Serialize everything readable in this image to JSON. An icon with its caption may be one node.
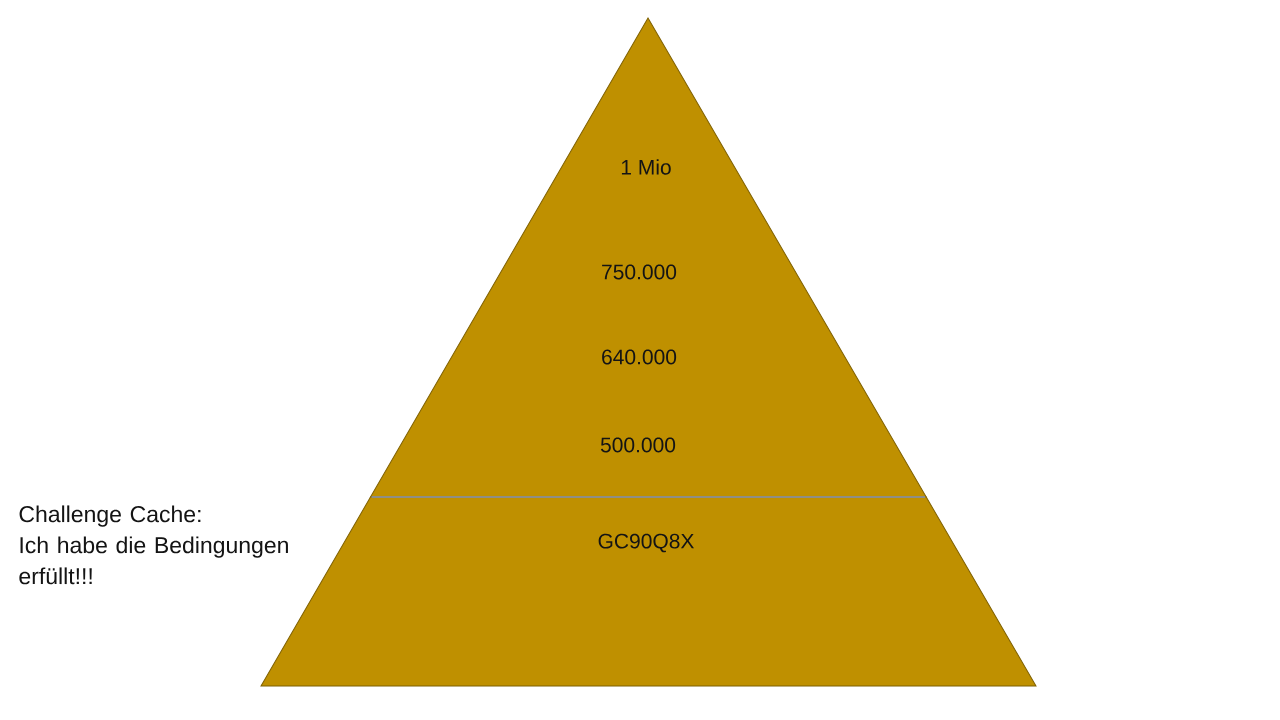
{
  "diagram": {
    "nodes": [
      {
        "text": [
          "1 Mio",
          "750.000",
          "640.000",
          "500.000"
        ]
      },
      {
        "text": [
          "GC90Q8X"
        ]
      }
    ],
    "labels": [
      "Challenge Cache:",
      "Ich habe die Bedingungen erfüllt!!!"
    ]
  }
}
